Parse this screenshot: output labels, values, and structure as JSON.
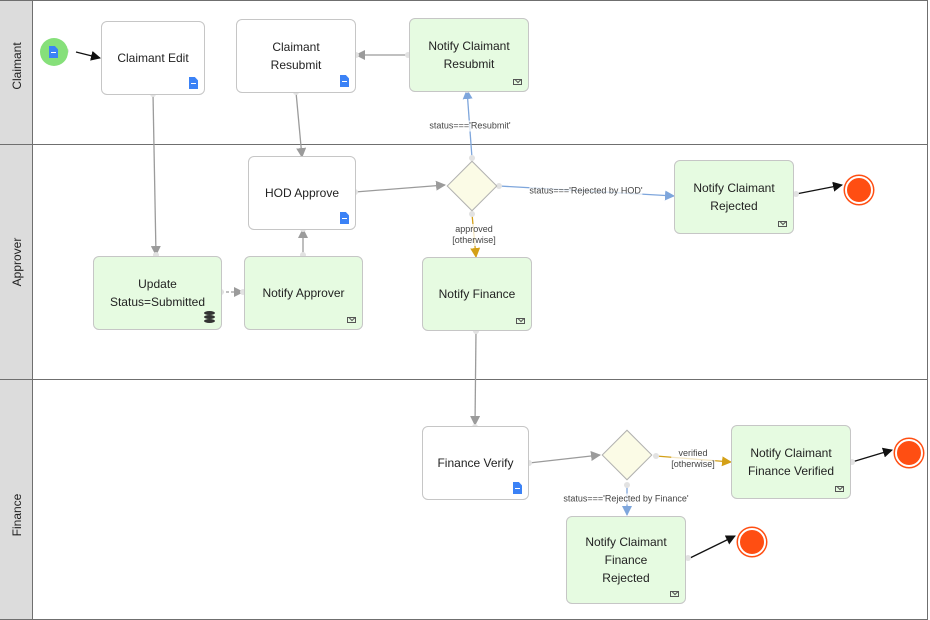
{
  "lanes": [
    {
      "id": "claimant",
      "label": "Claimant"
    },
    {
      "id": "approver",
      "label": "Approver"
    },
    {
      "id": "finance",
      "label": "Finance"
    }
  ],
  "nodes": [
    {
      "id": "claimant-edit",
      "label": "Claimant Edit",
      "kind": "form"
    },
    {
      "id": "claimant-resubmit",
      "label": "Claimant\nResubmit",
      "kind": "form"
    },
    {
      "id": "notify-claimant-resubmit",
      "label": "Notify Claimant\nResubmit",
      "kind": "mail"
    },
    {
      "id": "hod-approve",
      "label": "HOD Approve",
      "kind": "form"
    },
    {
      "id": "notify-claimant-rejected",
      "label": "Notify Claimant\nRejected",
      "kind": "mail"
    },
    {
      "id": "update-status-submitted",
      "label": "Update\nStatus=Submitted",
      "kind": "database"
    },
    {
      "id": "notify-approver",
      "label": "Notify Approver",
      "kind": "mail"
    },
    {
      "id": "notify-finance",
      "label": "Notify Finance",
      "kind": "mail"
    },
    {
      "id": "finance-verify",
      "label": "Finance Verify",
      "kind": "form"
    },
    {
      "id": "notify-claimant-finance-verified",
      "label": "Notify Claimant\nFinance Verified",
      "kind": "mail"
    },
    {
      "id": "notify-claimant-finance-rejected",
      "label": "Notify Claimant\nFinance\nRejected",
      "kind": "mail"
    }
  ],
  "edge_labels": {
    "resubmit": "status==='Resubmit'",
    "rejected_by_hod": "status==='Rejected by HOD'",
    "approved": "approved",
    "approved_otherwise": "[otherwise]",
    "verified": "verified",
    "verified_otherwise": "[otherwise]",
    "rejected_by_finance": "status==='Rejected by Finance'"
  },
  "colors": {
    "lane_border": "#6f6f6f",
    "lane_header": "#dcdcdc",
    "task_fill": "#ffffff",
    "message_task_fill": "#e6fbe1",
    "node_border": "#c6c6c6",
    "gateway_fill": "#fbfbe6",
    "start_fill": "#86e07a",
    "end_fill": "#ff4e12",
    "edge_gray": "#9b9b9b",
    "edge_blue": "#7ea6dc",
    "edge_gold": "#d4a017",
    "edge_black": "#111111",
    "form_icon": "#3b82f6"
  },
  "icons": {
    "form": "document-icon",
    "mail": "mail-icon",
    "database": "database-icon",
    "start": "start-event-icon",
    "end": "end-event-icon"
  }
}
